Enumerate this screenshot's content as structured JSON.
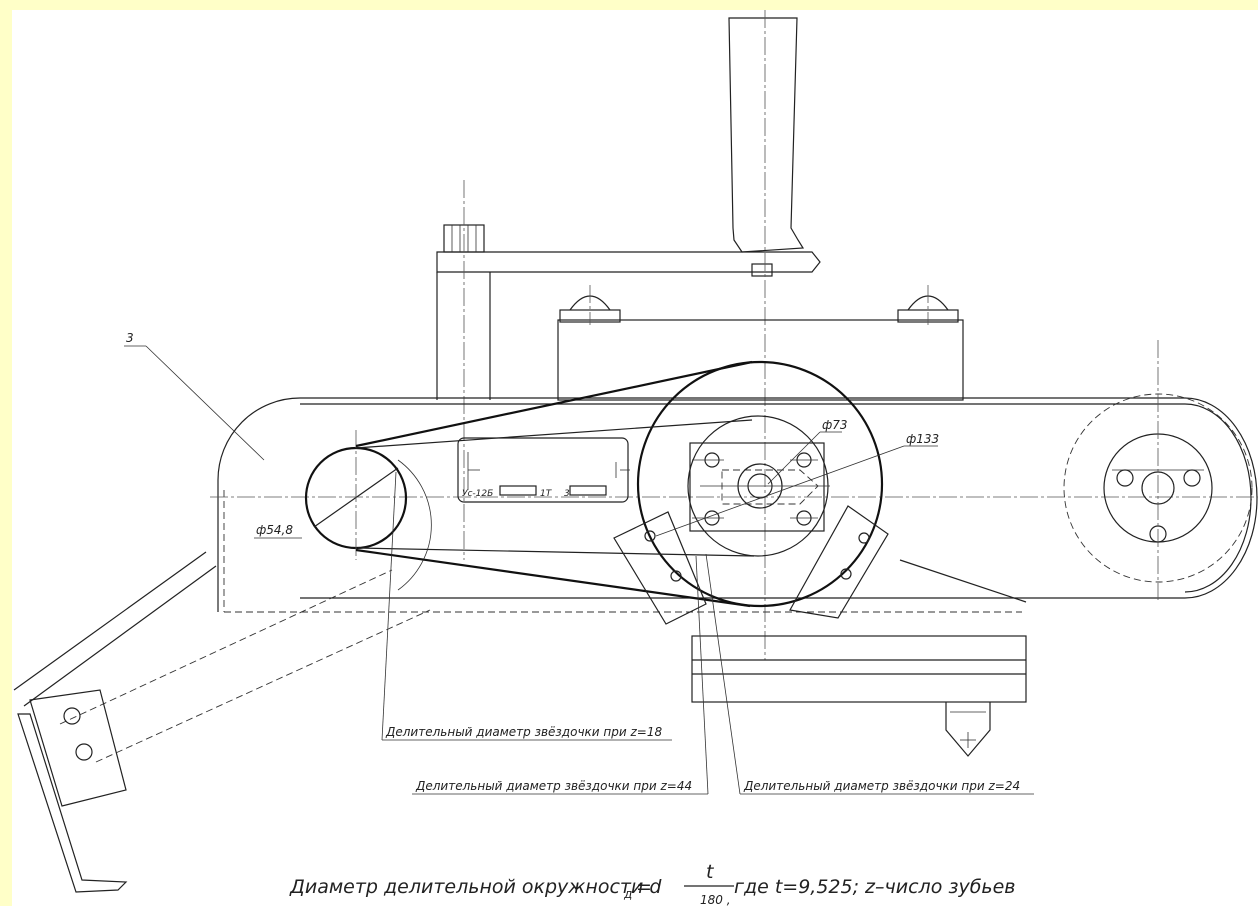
{
  "drawing": {
    "part_number": "3",
    "dims": {
      "small_sprocket": "ф54,8",
      "hub": "ф73",
      "large_sprocket": "ф133"
    },
    "callouts": {
      "z18": "Делительный диаметр звёздочки при z=18",
      "z44": "Делительный диаметр звёздочки при z=44",
      "z24": "Делительный диаметр звёздочки при z=24"
    },
    "plate_text_left": "Ус-12Б",
    "plate_text_mid": "1Т",
    "plate_text_right": "3",
    "formula": {
      "prefix": "Диаметр делительной окружности d",
      "subscript": "д",
      "equals": " = ",
      "numerator": "t",
      "denominator": "180 ,",
      "suffix": " где t=9,525; z–число зубьев"
    }
  },
  "colors": {
    "frame": "#ffffc8",
    "sheet": "#ffffff",
    "line": "#222222"
  }
}
